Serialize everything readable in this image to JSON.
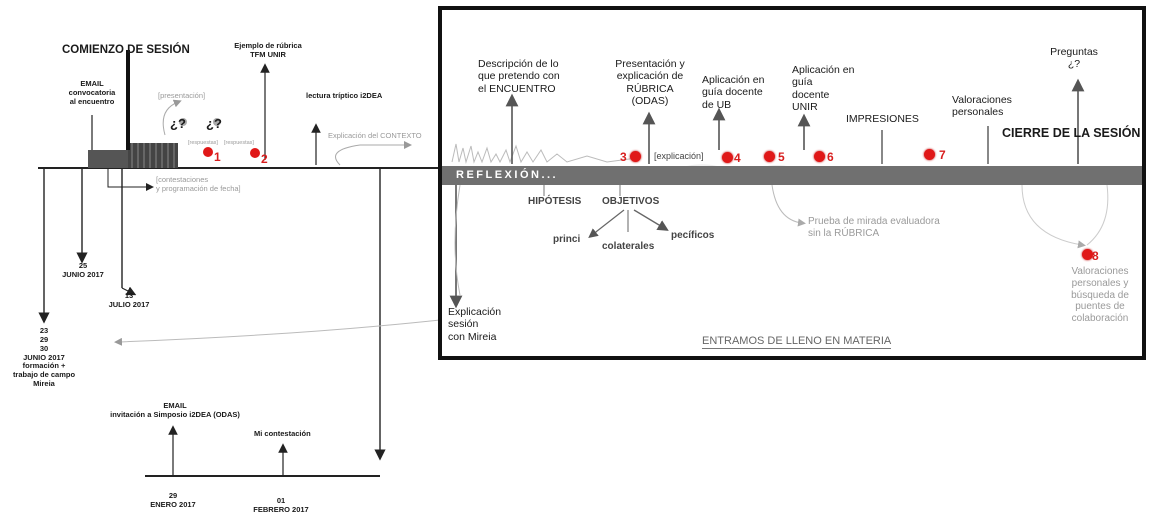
{
  "left": {
    "comienzo": "COMIENZO DE SESIÓN",
    "email": "EMAIL\nconvocatoria\nal encuentro",
    "ejemplo": "Ejemplo de rúbrica\nTFM UNIR",
    "lectura": "lectura tríptico i2DEA",
    "presentacion": "[presentación]",
    "q1": "¿?",
    "q2": "¿?",
    "respuestas1": "[respuestas]",
    "respuestas2": "[respuestas]",
    "explicacion_contexto": "Explicación del CONTEXTO",
    "contestaciones": "[contestaciones\ny programación de fecha]",
    "num1": "1",
    "num2": "2",
    "date_25": "25\nJUNIO 2017",
    "date_13": "13\nJULIO 2017",
    "date_23": "23\n29\n30\nJUNIO 2017\nformación +\ntrabajo de campo\nMireia",
    "email2": "EMAIL\ninvitación a Simposio i2DEA (ODAS)",
    "mi_contestacion": "Mi contestación",
    "date_29": "29\nENERO 2017",
    "date_01": "01\nFEBRERO 2017"
  },
  "panel": {
    "band": "REFLEXIÓN...",
    "descripcion": "Descripción de lo\nque pretendo con\nel ENCUENTRO",
    "presentacion_rubrica": "Presentación y\nexplicación de\nRÚBRICA\n(ODAS)",
    "aplicacion_ub": "Aplicación en\nguía docente\nde UB",
    "aplicacion_unir": "Aplicación en\nguía\ndocente\nUNIR",
    "impresiones": "IMPRESIONES",
    "valoraciones": "Valoraciones\npersonales",
    "preguntas": "Preguntas\n¿?",
    "cierre": "CIERRE DE LA SESIÓN",
    "explicacion_tag": "[explicación]",
    "n3": "3",
    "n4": "4",
    "n5": "5",
    "n6": "6",
    "n7": "7",
    "n8": "8",
    "hipotesis": "HIPÓTESIS",
    "objetivos": "OBJETIVOS",
    "principales": "princi",
    "colaterales": "colaterales",
    "especificos": "pecíficos",
    "prueba": "Prueba de mirada evaluadora\nsin la RÚBRICA",
    "valoraciones_busqueda": "Valoraciones\npersonales y\nbúsqueda de\npuentes de\ncolaboración",
    "explicacion_mireia": "Explicación\nsesión\ncon Mireia",
    "entramos": "ENTRAMOS DE LLENO EN MATERIA"
  },
  "colors": {
    "accent": "#e01818",
    "band": "#707070",
    "ink": "#1a1a1a",
    "muted": "#9a9a9a"
  }
}
